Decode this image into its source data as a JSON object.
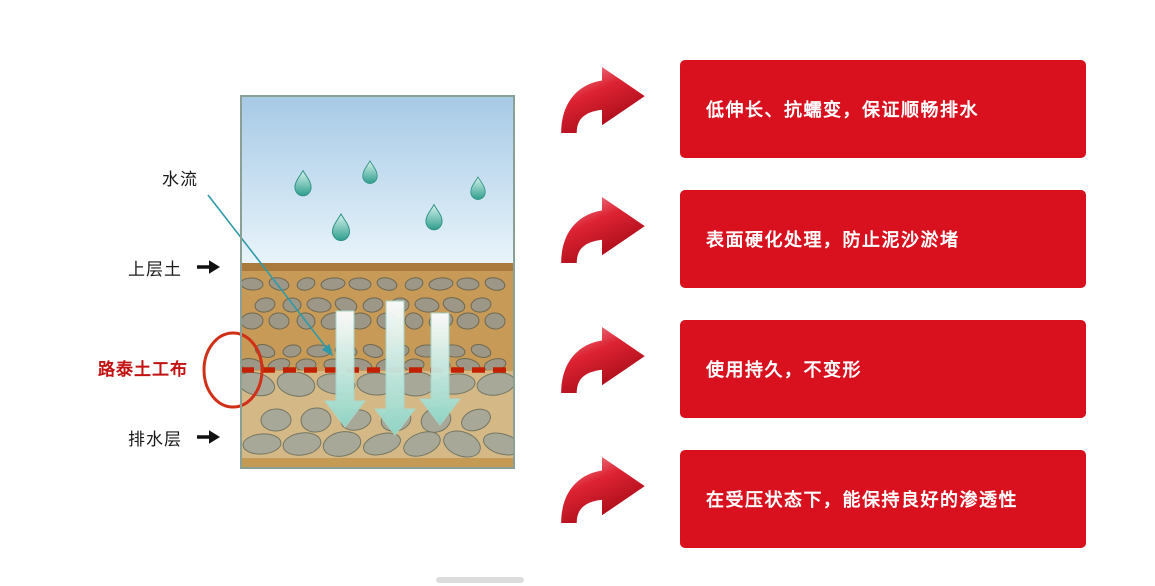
{
  "diagram": {
    "labels": {
      "water_flow": "水流",
      "upper_soil": "上层土",
      "geotextile": "路泰土工布",
      "drainage_layer": "排水层"
    }
  },
  "benefits": [
    {
      "text": "低伸长、抗蠕变，保证顺畅排水"
    },
    {
      "text": "表面硬化处理，防止泥沙淤堵"
    },
    {
      "text": "使用持久，不变形"
    },
    {
      "text": "在受压状态下，能保持良好的渗透性"
    }
  ],
  "colors": {
    "banner_red": "#d9101e",
    "swoosh_red": "#c01020",
    "geotextile_label_red": "#c31212",
    "geotextile_line_red": "#c42000",
    "water_drop_teal": "#2f9e8e"
  },
  "icons": {
    "benefit_arrow": "red-swoosh-arrow-icon",
    "label_arrow": "right-arrow-icon",
    "flow_arrow": "down-flow-arrow-icon",
    "water_drop": "water-drop-icon"
  }
}
